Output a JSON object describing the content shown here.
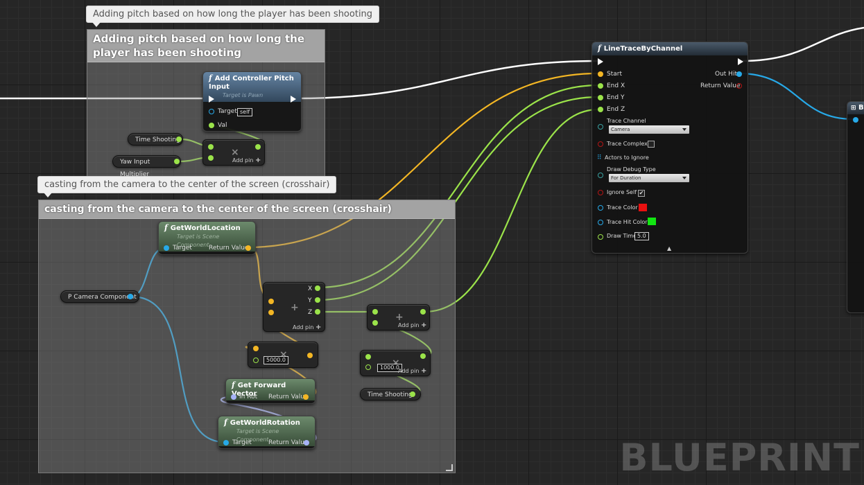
{
  "comment_bubbles": {
    "pitch": "Adding pitch based on how long the player has been shooting",
    "casting": "casting from the camera to the center of the screen (crosshair)"
  },
  "comments": {
    "pitch_title": "Adding pitch based on how long the player has been shooting",
    "casting_title": "casting from the camera to the center of the screen (crosshair)"
  },
  "nodes": {
    "add_pitch": {
      "title": "Add Controller Pitch Input",
      "subtitle": "Target is Pawn",
      "target_label": "Target",
      "target_value": "self",
      "val_label": "Val"
    },
    "time_shooting_1": "Time Shooting",
    "yaw_input": "Yaw Input Multiplier",
    "mult_top": {
      "op": "×",
      "add_pin": "Add pin"
    },
    "get_world_location": {
      "title": "GetWorldLocation",
      "subtitle": "Target is Scene Component",
      "target": "Target",
      "return": "Return Value"
    },
    "camera": "P Camera Component",
    "break_add": {
      "op": "+",
      "x": "X",
      "y": "Y",
      "z": "Z",
      "add_pin": "Add pin"
    },
    "add_z": {
      "op": "+",
      "add_pin": "Add pin"
    },
    "mult_5000": {
      "op": "×",
      "value": "5000.0"
    },
    "mult_1000": {
      "op": "×",
      "value": "1000.0",
      "add_pin": "Add pin"
    },
    "get_forward": {
      "title": "Get Forward Vector",
      "in": "In Rot",
      "return": "Return Value"
    },
    "get_world_rotation": {
      "title": "GetWorldRotation",
      "subtitle": "Target is Scene Component",
      "target": "Target",
      "return": "Return Value"
    },
    "time_shooting_2": "Time Shooting",
    "line_trace": {
      "title": "LineTraceByChannel",
      "start": "Start",
      "end_x": "End X",
      "end_y": "End Y",
      "end_z": "End Z",
      "out_hit": "Out Hit",
      "return_value": "Return Value",
      "trace_channel": "Trace Channel",
      "trace_channel_value": "Camera",
      "trace_complex": "Trace Complex",
      "actors_to_ignore": "Actors to Ignore",
      "draw_debug_type": "Draw Debug Type",
      "draw_debug_value": "For Duration",
      "ignore_self": "Ignore Self",
      "ignore_self_checked": "✔",
      "trace_color": "Trace Color",
      "trace_hit_color": "Trace Hit Color",
      "draw_time": "Draw Time",
      "draw_time_value": "5.0",
      "collapse": "▲"
    },
    "partial_right": {
      "title": "B"
    }
  },
  "colors": {
    "float_pin": "#9be34a",
    "vector_pin": "#f3b624",
    "object_pin": "#27a9e8",
    "rotator_pin": "#a6b2f6",
    "exec": "#ffffff",
    "trace_color": "#e81010",
    "trace_hit_color": "#12e512"
  },
  "watermark": "BLUEPRINT"
}
